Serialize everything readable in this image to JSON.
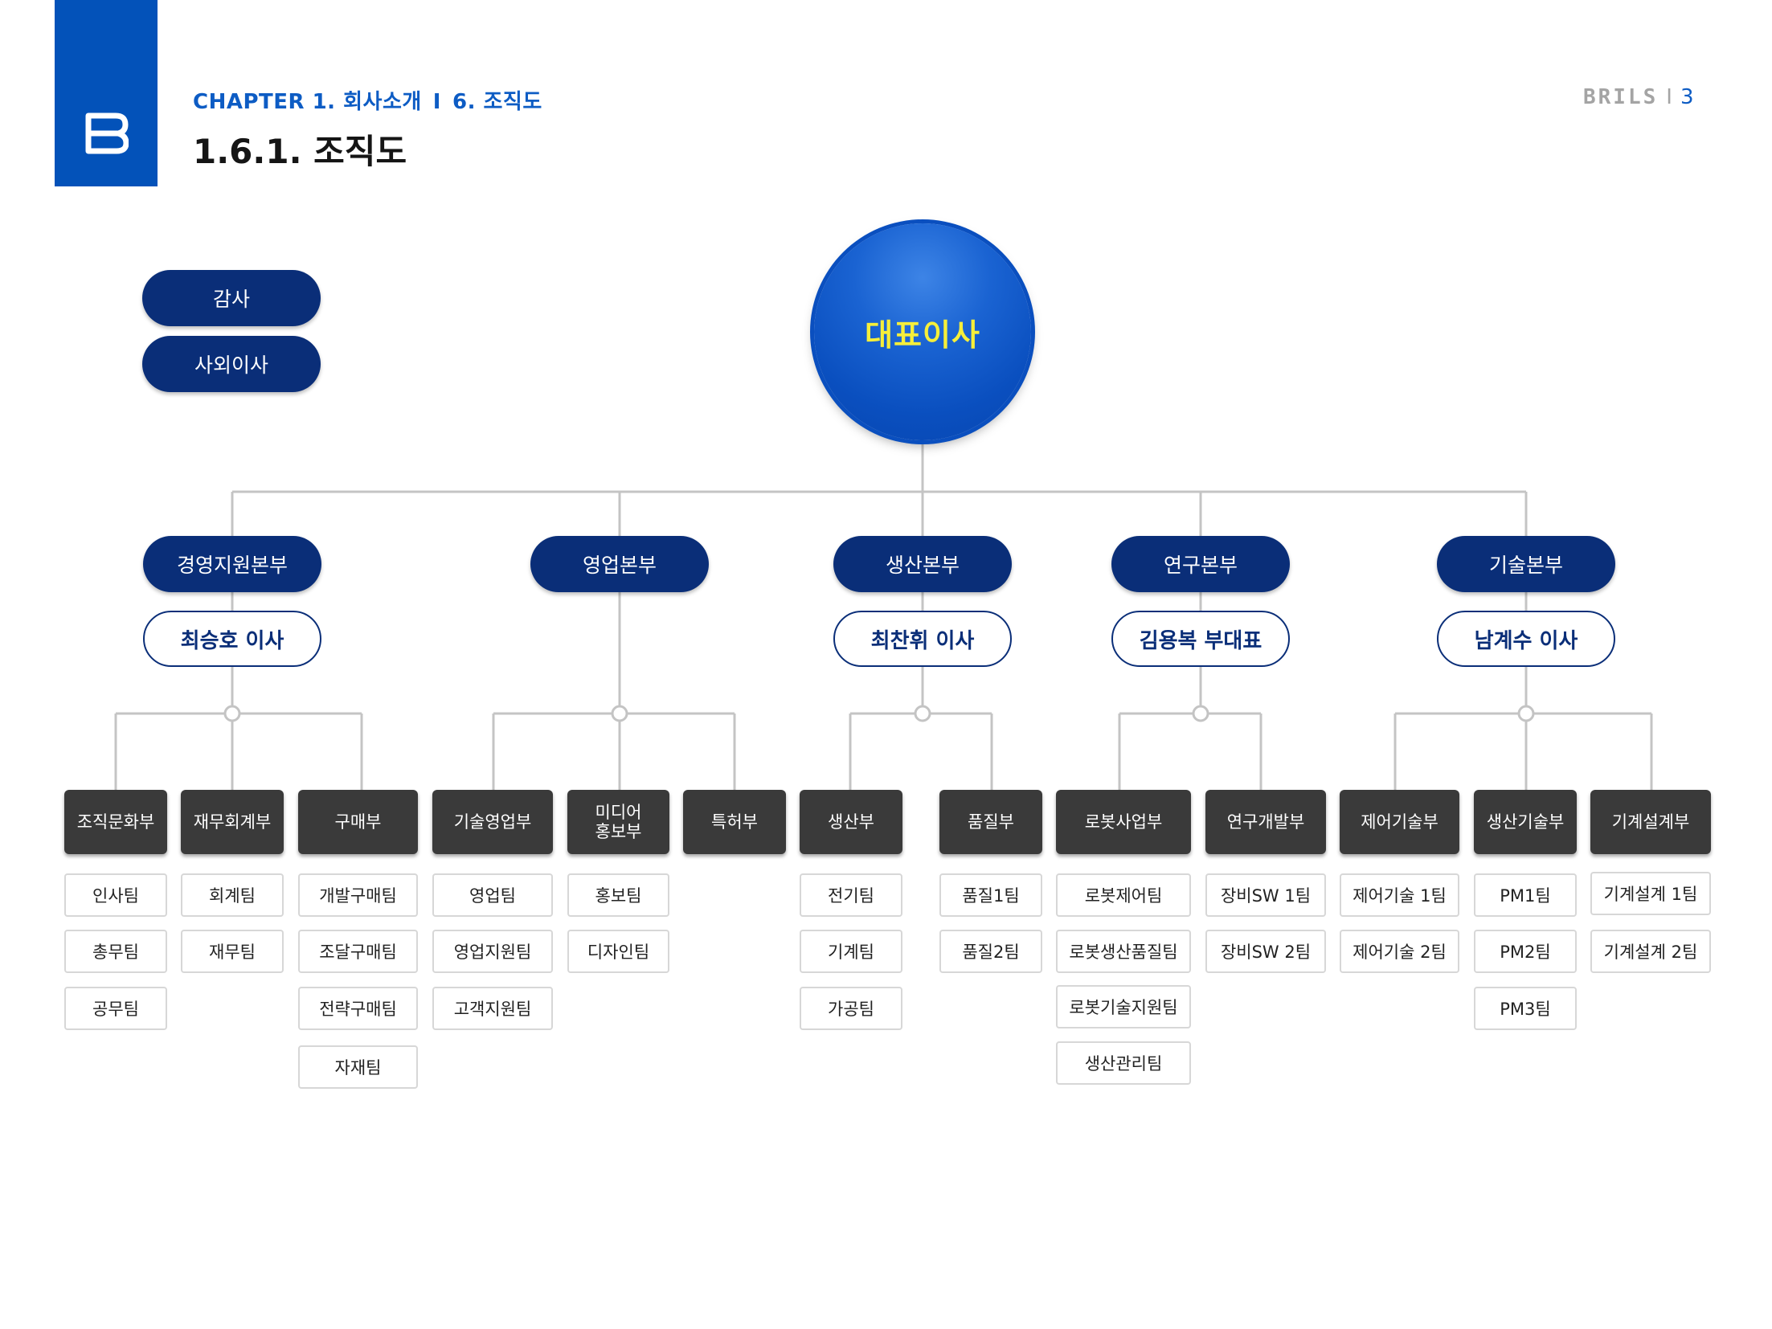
{
  "header": {
    "chapter": "CHAPTER 1.  회사소개",
    "separator": "I",
    "section": "6. 조직도",
    "title": "1.6.1. 조직도",
    "brand": "BRILS",
    "page_number": "3"
  },
  "colors": {
    "accent_blue": "#0352b9",
    "navy": "#0a2e78",
    "dept_gray": "#3a3a3a",
    "ceo_text": "#f6ef3a",
    "line_gray": "#c4c4c4"
  },
  "org": {
    "ceo": "대표이사",
    "advisors": [
      "감사",
      "사외이사"
    ],
    "divisions": [
      {
        "name": "경영지원본부",
        "head": "최승호 이사"
      },
      {
        "name": "영업본부",
        "head": ""
      },
      {
        "name": "생산본부",
        "head": "최찬휘 이사"
      },
      {
        "name": "연구본부",
        "head": "김용복 부대표"
      },
      {
        "name": "기술본부",
        "head": "남계수 이사"
      }
    ],
    "departments": [
      {
        "name": "조직문화부",
        "teams": [
          "인사팀",
          "총무팀",
          "공무팀"
        ]
      },
      {
        "name": "재무회계부",
        "teams": [
          "회계팀",
          "재무팀"
        ]
      },
      {
        "name": "구매부",
        "teams": [
          "개발구매팀",
          "조달구매팀",
          "전략구매팀",
          "자재팀"
        ]
      },
      {
        "name": "기술영업부",
        "teams": [
          "영업팀",
          "영업지원팀",
          "고객지원팀"
        ]
      },
      {
        "name": "미디어\n홍보부",
        "teams": [
          "홍보팀",
          "디자인팀"
        ]
      },
      {
        "name": "특허부",
        "teams": []
      },
      {
        "name": "생산부",
        "teams": [
          "전기팀",
          "기계팀",
          "가공팀"
        ]
      },
      {
        "name": "품질부",
        "teams": [
          "품질1팀",
          "품질2팀"
        ]
      },
      {
        "name": "로봇사업부",
        "teams": [
          "로봇제어팀",
          "로봇생산품질팀",
          "로봇기술지원팀",
          "생산관리팀"
        ]
      },
      {
        "name": "연구개발부",
        "teams": [
          "장비SW 1팀",
          "장비SW 2팀"
        ]
      },
      {
        "name": "제어기술부",
        "teams": [
          "제어기술 1팀",
          "제어기술 2팀"
        ]
      },
      {
        "name": "생산기술부",
        "teams": [
          "PM1팀",
          "PM2팀",
          "PM3팀"
        ]
      },
      {
        "name": "기계설계부",
        "teams": [
          "기계설계 1팀",
          "기계설계 2팀"
        ]
      }
    ]
  }
}
